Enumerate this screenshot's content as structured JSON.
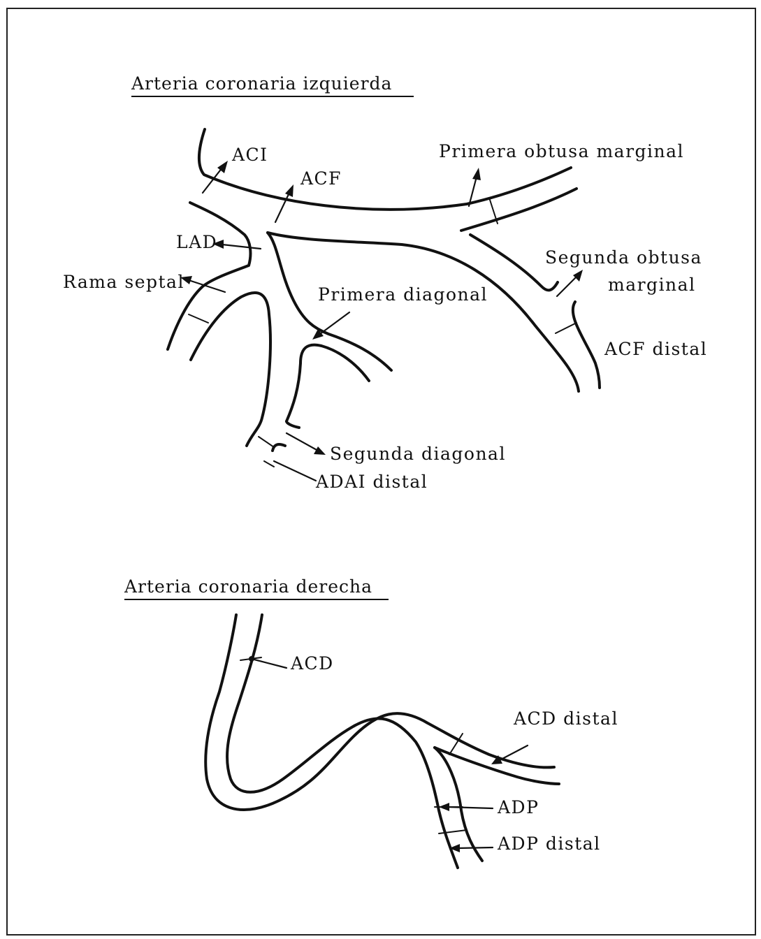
{
  "left_section": {
    "title": "Arteria coronaria izquierda",
    "labels": {
      "aci": "ACI",
      "acf": "ACF",
      "primera_obtusa": "Primera obtusa marginal",
      "lad": "LAD",
      "segunda_obtusa_1": "Segunda obtusa",
      "segunda_obtusa_2": "marginal",
      "rama_septal": "Rama septal",
      "primera_diagonal": "Primera diagonal",
      "acf_distal": "ACF distal",
      "segunda_diagonal": "Segunda diagonal",
      "adai_distal": "ADAI distal"
    }
  },
  "right_section": {
    "title": "Arteria coronaria derecha",
    "labels": {
      "acd": "ACD",
      "acd_distal": "ACD distal",
      "adp": "ADP",
      "adp_distal": "ADP distal"
    }
  }
}
